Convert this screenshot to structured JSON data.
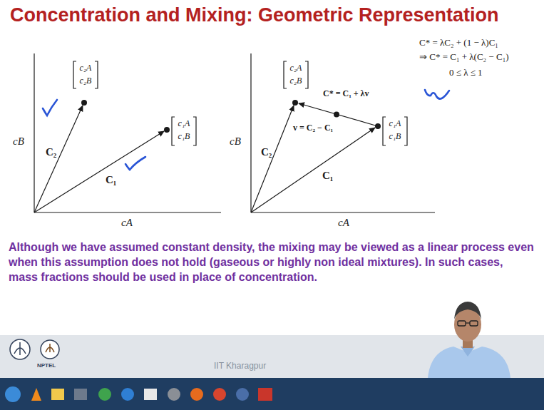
{
  "diagram": {
    "title": "Concentration and Mixing: Geometric Representation",
    "labels": [
      "cB",
      "cA",
      "C₂",
      "C₁",
      "c₂A",
      "c₂B",
      "c₁A",
      "c₁B",
      "c₂A",
      "c₂B",
      "C₂",
      "C* = C₁ + λv",
      "v = C₂ − C₁",
      "c₁A",
      "c₁B",
      "C₁",
      "cB",
      "cA",
      "C* = λC₂ + (1 − λ)C₁",
      "⇒ C* = C₁ + λ(C₂ − C₁)",
      "0 ≤ λ ≤ 1",
      "Although we have assumed constant density, the mixing may be viewed as a linear process even when this assumption does not hold (gaseous or highly non ideal mixtures). In such cases, mass fractions should be used in place of concentration.",
      "IIT Kharagpur",
      "NPTEL"
    ]
  }
}
